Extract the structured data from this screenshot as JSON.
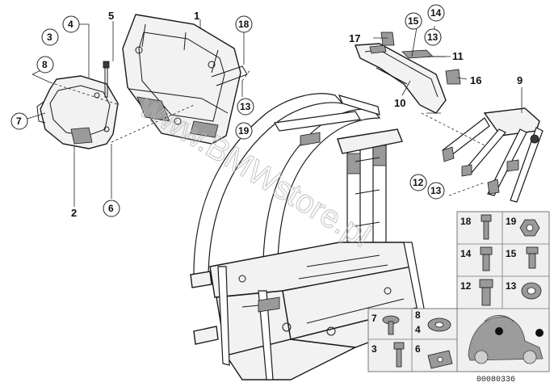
{
  "watermark": "www.BMWstore.pl",
  "catalog_number": "00080336",
  "callouts": {
    "c1": "1",
    "c2": "2",
    "c3": "3",
    "c4": "4",
    "c5": "5",
    "c6": "6",
    "c7": "7",
    "c8": "8",
    "c9": "9",
    "c10": "10",
    "c11": "11",
    "c12": "12",
    "c13a": "13",
    "c13b": "13",
    "c13c": "13",
    "c14": "14",
    "c15": "15",
    "c16": "16",
    "c17": "17",
    "c18": "18",
    "c19": "19"
  },
  "legend_right": {
    "r18": "18",
    "r19": "19",
    "r14": "14",
    "r15": "15",
    "r12": "12",
    "r13": "13"
  },
  "legend_left": {
    "l7": "7",
    "l8": "8",
    "l4": "4",
    "l3": "3",
    "l6": "6"
  }
}
